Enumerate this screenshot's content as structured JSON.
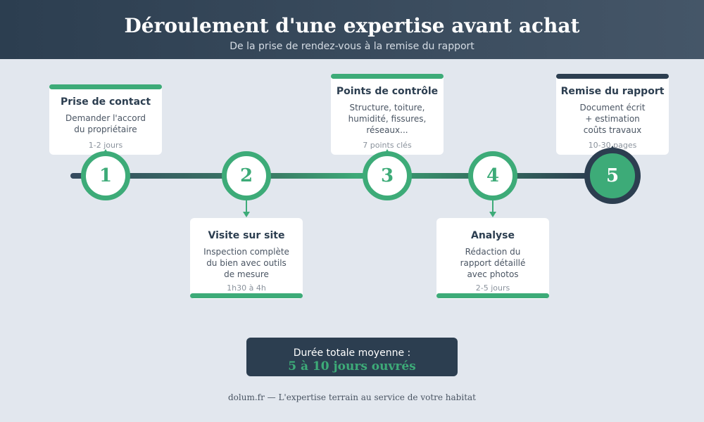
{
  "header": {
    "title": "Déroulement d'une expertise avant achat",
    "subtitle": "De la prise de rendez-vous à la remise du rapport"
  },
  "steps": [
    {
      "number": "1",
      "title": "Prise de contact",
      "description": "Demander l'accord\ndu propriétaire",
      "note": "1-2 jours"
    },
    {
      "number": "2",
      "title": "Visite sur site",
      "description": "Inspection complète\ndu bien avec outils\nde mesure",
      "note": "1h30 à 4h"
    },
    {
      "number": "3",
      "title": "Points de contrôle",
      "description": "Structure, toiture,\nhumidité, fissures,\nréseaux...",
      "note": "7 points clés"
    },
    {
      "number": "4",
      "title": "Analyse",
      "description": "Rédaction du\nrapport détaillé\navec photos",
      "note": "2-5 jours"
    },
    {
      "number": "5",
      "title": "Remise du rapport",
      "description": "Document écrit\n+ estimation\ncoûts travaux",
      "note": "10-30 pages"
    }
  ],
  "summary": {
    "label": "Durée totale moyenne :",
    "value": "5 à 10 jours ouvrés"
  },
  "footer": "dolum.fr — L'expertise terrain au service de votre habitat",
  "colors": {
    "accent": "#3dab78",
    "dark": "#2c3e50",
    "background": "#e2e7ee"
  }
}
